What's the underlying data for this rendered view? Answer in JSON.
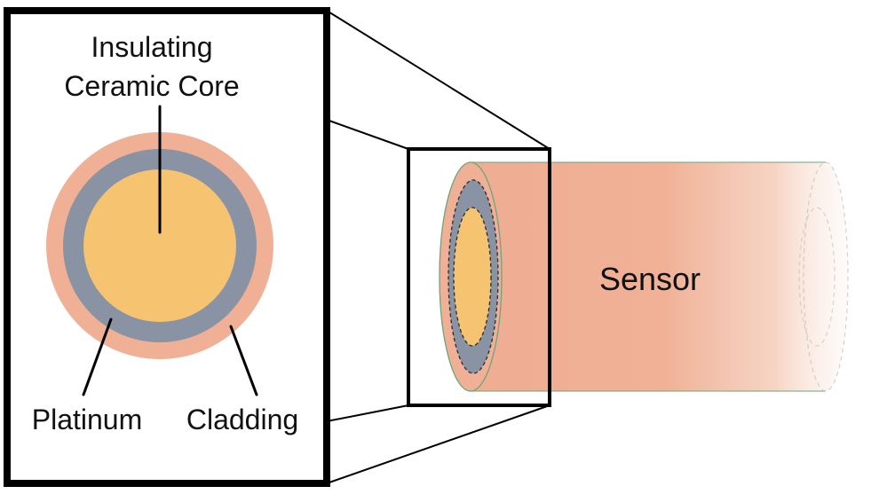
{
  "labels": {
    "core_line1": "Insulating",
    "core_line2": "Ceramic Core",
    "platinum": "Platinum",
    "cladding": "Cladding",
    "sensor": "Sensor"
  },
  "colors": {
    "cladding": "#efb095",
    "platinum": "#8a93a3",
    "core": "#f6c471",
    "outline": "#000000",
    "background": "#ffffff"
  }
}
